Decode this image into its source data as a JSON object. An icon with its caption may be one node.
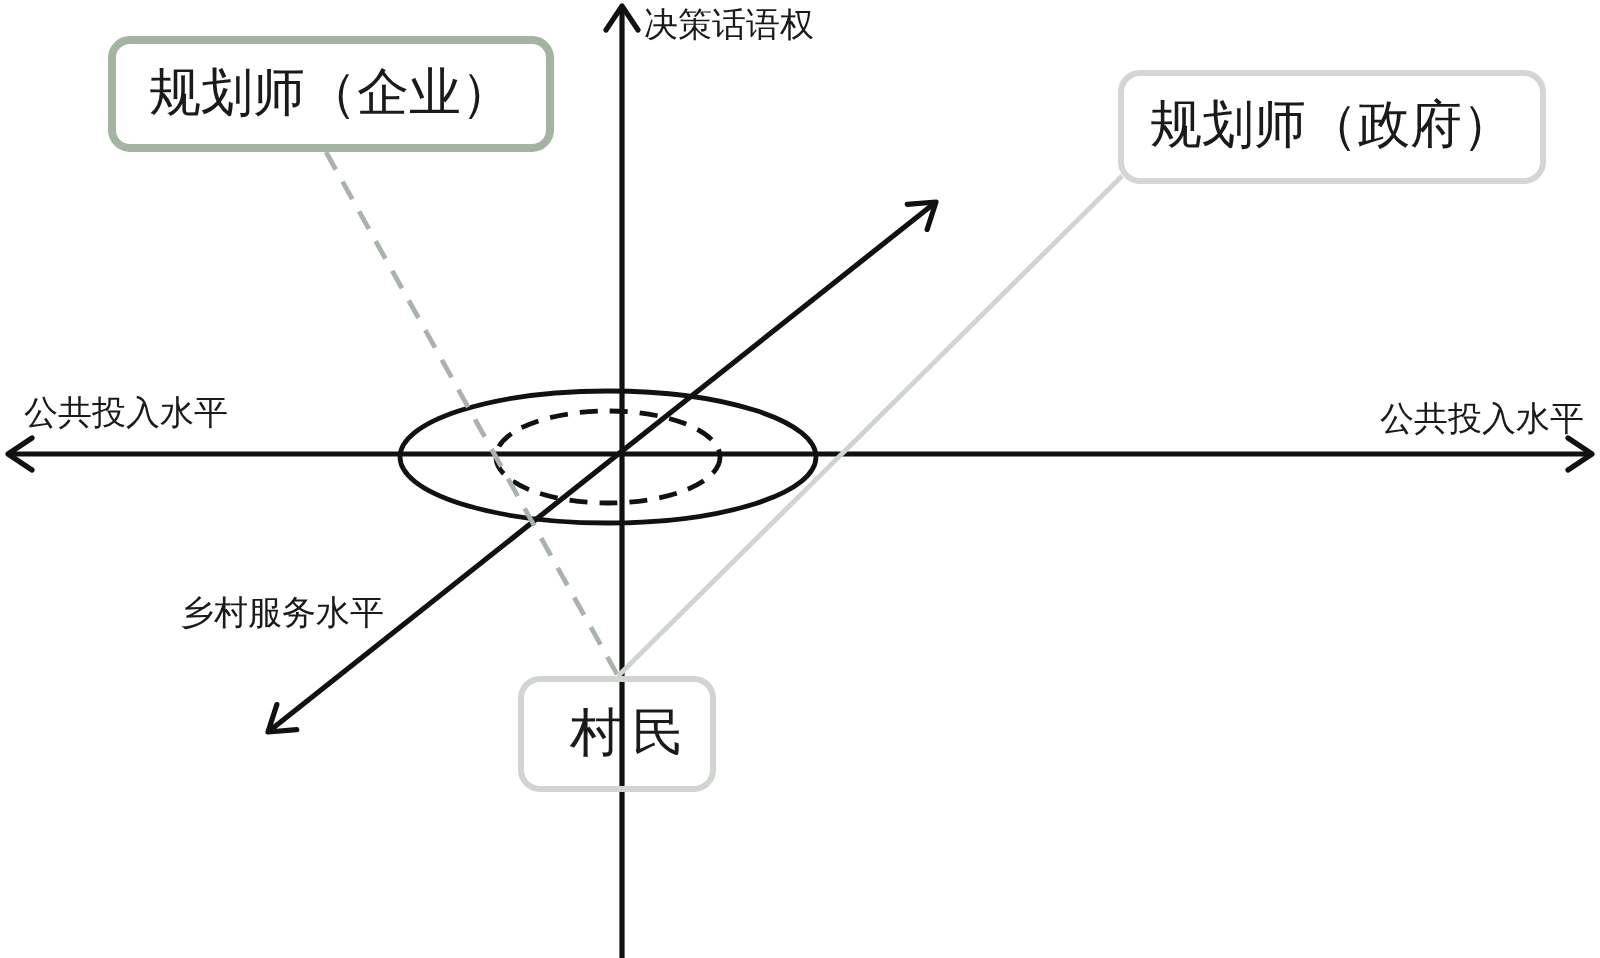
{
  "diagram": {
    "nodes": [
      {
        "text": [
          "规划师（企业）"
        ]
      },
      {
        "text": [
          "规划师（政府）"
        ]
      },
      {
        "text": [
          "村民"
        ]
      }
    ],
    "edges": [
      {
        "from": 0,
        "to": 2,
        "arrow": "none",
        "style": "dashed",
        "color": "#a9b3a9"
      },
      {
        "from": 1,
        "to": 2,
        "arrow": "none",
        "color": "#cfd4cf"
      }
    ],
    "labels": [
      "决策话语权",
      "公共投入水平",
      "公共投入水平",
      "乡村服务水平"
    ]
  }
}
